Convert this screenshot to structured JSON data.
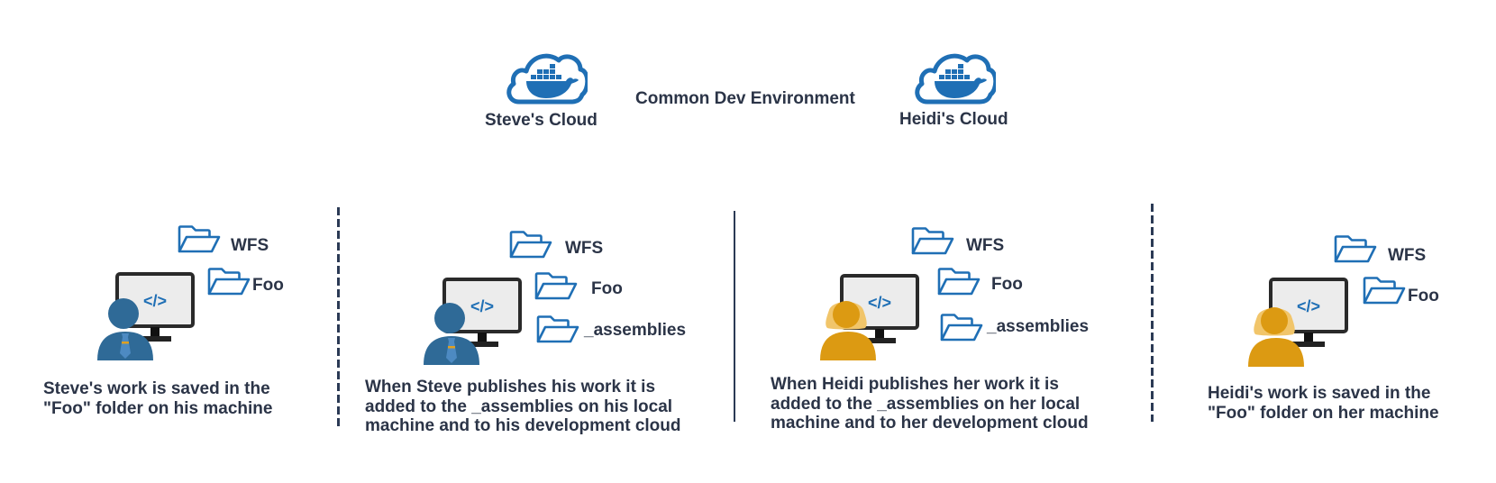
{
  "header": {
    "title": "Common Dev Environment",
    "clouds": [
      {
        "label": "Steve's Cloud",
        "icon": "docker-cloud-icon"
      },
      {
        "label": "Heidi's Cloud",
        "icon": "docker-cloud-icon"
      }
    ]
  },
  "panels": [
    {
      "user": "Steve",
      "avatar": "male-user-icon",
      "folders": [
        "WFS",
        "Foo"
      ],
      "caption": [
        "Steve's work is saved in the",
        "\"Foo\" folder on his machine"
      ]
    },
    {
      "user": "Steve",
      "avatar": "male-user-icon",
      "folders": [
        "WFS",
        "Foo",
        "_assemblies"
      ],
      "caption": [
        "When Steve publishes his work it is",
        "added to the _assemblies on his local",
        "machine and to his development cloud"
      ]
    },
    {
      "user": "Heidi",
      "avatar": "female-user-icon",
      "folders": [
        "WFS",
        "Foo",
        "_assemblies"
      ],
      "caption": [
        "When Heidi publishes her work it is",
        "added to the _assemblies on her local",
        "machine and to her development cloud"
      ]
    },
    {
      "user": "Heidi",
      "avatar": "female-user-icon",
      "folders": [
        "WFS",
        "Foo"
      ],
      "caption": [
        "Heidi's work is saved in the",
        "\"Foo\" folder on her machine"
      ]
    }
  ],
  "colors": {
    "docker_blue": "#1f6fb5",
    "text": "#2b3447",
    "steve_blue": "#2f6a97",
    "heidi_gold": "#dc9a12",
    "heidi_hair": "#f1c56a"
  }
}
